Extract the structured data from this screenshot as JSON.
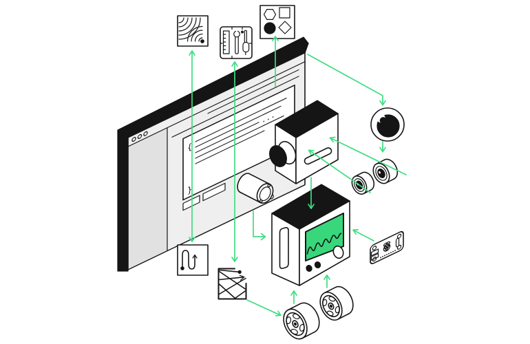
{
  "scene": {
    "background": "#ffffff",
    "style": "isometric line illustration of code controlling robot hardware"
  },
  "palette": {
    "ink": "#151515",
    "paper": "#ffffff",
    "window_face": "#efefef",
    "sidebar": "#e1e1e1",
    "green": "#3edd80",
    "screen": "#38d77c"
  },
  "glyphs": {
    "open_brace": "{",
    "close_brace": "}",
    "ellipsis": "..."
  },
  "editor_window": {
    "traffic_light_count": 3,
    "code_line_count": 5,
    "footer_button_count": 2
  },
  "components": [
    {
      "id": "signal-icon",
      "label": "wireless signal tile"
    },
    {
      "id": "toolkit-icon",
      "label": "hardware toolkit tile"
    },
    {
      "id": "shapes-icon",
      "label": "geometric shapes tile"
    },
    {
      "id": "serpentine-path-icon",
      "label": "coverage path tile"
    },
    {
      "id": "motion-planning-icon",
      "label": "motion planning tile"
    },
    {
      "id": "code-editor-window",
      "label": "code editor window"
    },
    {
      "id": "camera-module",
      "label": "camera module box"
    },
    {
      "id": "eye",
      "label": "vision eye"
    },
    {
      "id": "lens-rollers",
      "label": "camera lens rollers"
    },
    {
      "id": "motor-encoder",
      "label": "motor with encoder shaft"
    },
    {
      "id": "control-unit",
      "label": "controller with waveform screen"
    },
    {
      "id": "sbc-board",
      "label": "single-board computer"
    },
    {
      "id": "wheels",
      "label": "robot wheels"
    }
  ],
  "connections": [
    {
      "from": "code-editor-window",
      "to": "signal-icon",
      "bidirectional": true
    },
    {
      "from": "code-editor-window",
      "to": "toolkit-icon",
      "bidirectional": true
    },
    {
      "from": "code-editor-window",
      "to": "shapes-icon",
      "bidirectional": false
    },
    {
      "from": "code-editor-window",
      "to": "serpentine-path-icon",
      "bidirectional": true
    },
    {
      "from": "code-editor-window",
      "to": "motion-planning-icon",
      "bidirectional": true
    },
    {
      "from": "code-editor-window",
      "to": "eye",
      "bidirectional": false
    },
    {
      "from": "eye",
      "to": "lens-rollers",
      "bidirectional": false
    },
    {
      "from": "lens-rollers",
      "to": "camera-module",
      "bidirectional": false
    },
    {
      "from": "camera-module",
      "to": "control-unit",
      "bidirectional": false
    },
    {
      "from": "motor-encoder",
      "to": "control-unit",
      "bidirectional": false
    },
    {
      "from": "sbc-board",
      "to": "control-unit",
      "bidirectional": false
    },
    {
      "from": "wheels",
      "to": "control-unit",
      "bidirectional": false
    },
    {
      "from": "motion-planning-icon",
      "to": "wheels",
      "bidirectional": false
    }
  ]
}
